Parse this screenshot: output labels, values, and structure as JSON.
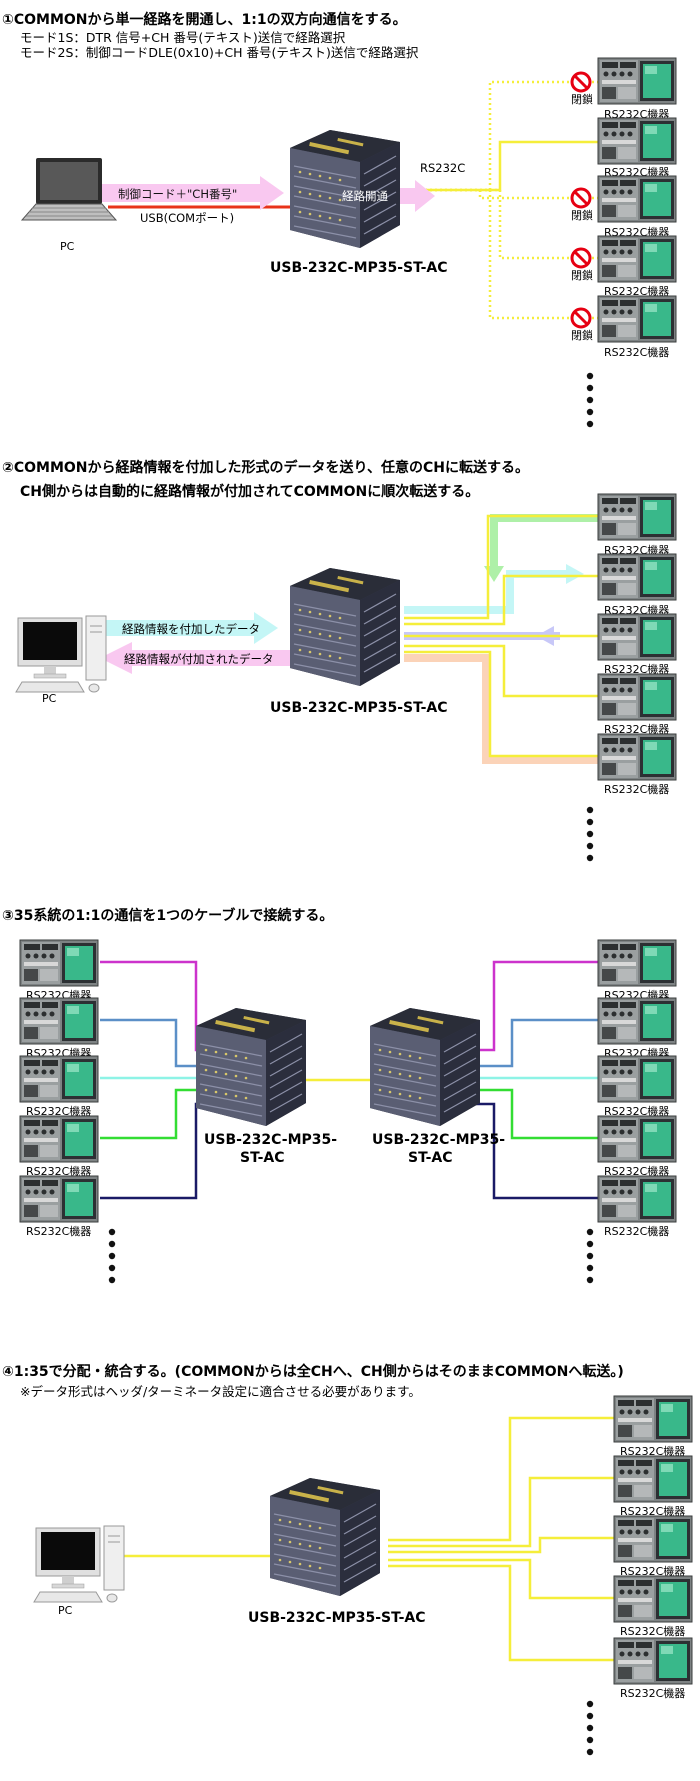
{
  "sections": [
    {
      "heading": "①COMMONから単一経路を開通し、1:1の双方向通信をする。",
      "mode_1s": "モード1S：DTR 信号+CH 番号(テキスト)送信で経路選択",
      "mode_2s": "モード2S：制御コードDLE(0x10)+CH 番号(テキスト)送信で経路選択",
      "pc_label": "PC",
      "arrow_label": "制御コード＋\"CH番号\"",
      "usb_label": "USB(COMポート)",
      "route_label": "経路開通",
      "rs232c_label": "RS232C",
      "unit_label": "USB-232C-MP35-ST-AC",
      "closed_label": "閉鎖",
      "device_label": "RS232C機器"
    },
    {
      "heading": "②COMMONから経路情報を付加した形式のデータを送り、任意のCHに転送する。",
      "subline": "CH側からは自動的に経路情報が付加されてCOMMONに順次転送する。",
      "pc_label": "PC",
      "send_label": "経路情報を付加したデータ",
      "recv_label": "経路情報が付加されたデータ",
      "unit_label": "USB-232C-MP35-ST-AC",
      "device_label": "RS232C機器"
    },
    {
      "heading": "③35系統の1:1の通信を1つのケーブルで接続する。",
      "unit_label_line1": "USB-232C-MP35-",
      "unit_label_line2": "ST-AC",
      "device_label": "RS232C機器"
    },
    {
      "heading": "④1:35で分配・統合する。(COMMONからは全CHへ、CH側からはそのままCOMMONへ転送。)",
      "subline": "※データ形式はヘッダ/ターミネータ設定に適合させる必要があります。",
      "pc_label": "PC",
      "unit_label": "USB-232C-MP35-ST-AC",
      "device_label": "RS232C機器"
    }
  ],
  "colors": {
    "yellow_line": "#f5ee3a",
    "magenta_line": "#cc33cc",
    "steelblue_line": "#5b8fc7",
    "cyan_line": "#8ef3e6",
    "green_line": "#33dd33",
    "navy_line": "#1a1a66",
    "red_usb": "#e8331a",
    "pink_arrow": "#f9c8f0",
    "cyan_arrow": "#c4f6f6",
    "lavender_arrow": "#c8c8f8",
    "peach_band": "#fbd3b8",
    "light_green_band": "#aef0a8",
    "prohibit_red": "#e60012"
  }
}
